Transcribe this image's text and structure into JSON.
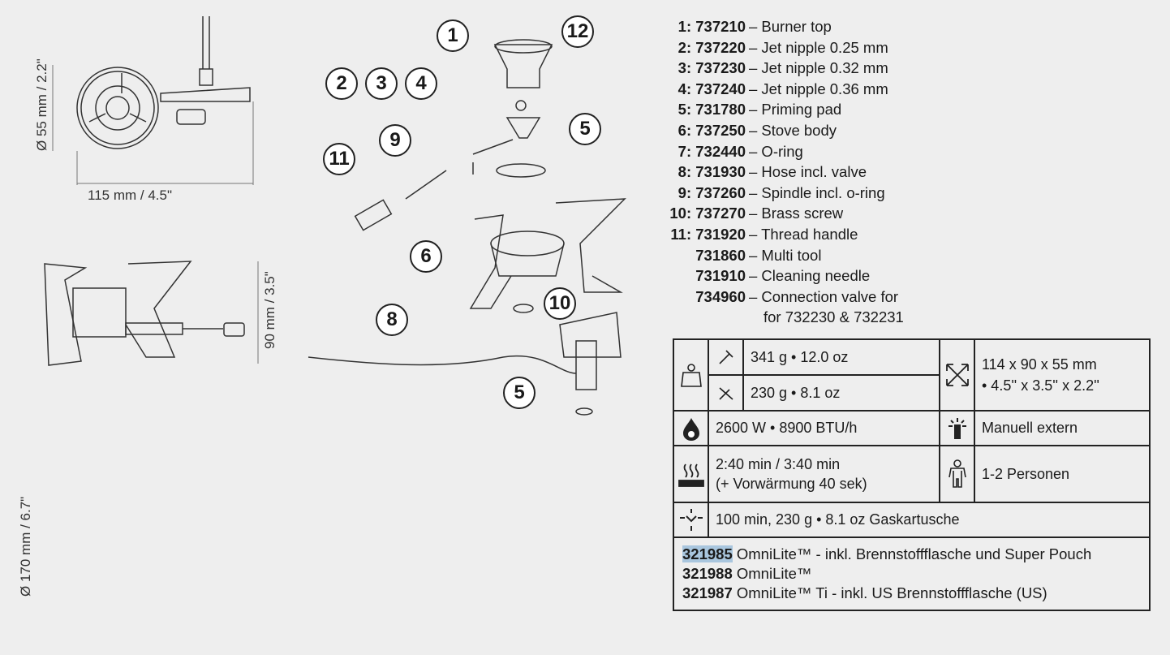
{
  "dimensions": {
    "diameter_top": "Ø 55 mm / 2.2\"",
    "width": "115 mm / 4.5\"",
    "height": "90 mm / 3.5\"",
    "diameter_legs": "Ø 170 mm / 6.7\""
  },
  "callouts": [
    "1",
    "12",
    "2",
    "3",
    "4",
    "5",
    "9",
    "11",
    "6",
    "10",
    "8",
    "5"
  ],
  "parts": [
    {
      "num": "1: 737210",
      "desc": "– Burner top"
    },
    {
      "num": "2: 737220",
      "desc": "– Jet nipple 0.25 mm"
    },
    {
      "num": "3: 737230",
      "desc": "– Jet nipple 0.32 mm"
    },
    {
      "num": "4: 737240",
      "desc": "– Jet nipple 0.36 mm"
    },
    {
      "num": "5: 731780",
      "desc": "– Priming pad"
    },
    {
      "num": "6: 737250",
      "desc": "– Stove body"
    },
    {
      "num": "7: 732440",
      "desc": "– O-ring"
    },
    {
      "num": "8: 731930",
      "desc": "– Hose incl. valve"
    },
    {
      "num": "9: 737260",
      "desc": "– Spindle incl. o-ring"
    },
    {
      "num": "10: 737270",
      "desc": "– Brass screw"
    },
    {
      "num": "11: 731920",
      "desc": "– Thread handle"
    },
    {
      "num": "731860",
      "desc": "– Multi tool"
    },
    {
      "num": "731910",
      "desc": "– Cleaning needle"
    },
    {
      "num": "734960",
      "desc": "– Connection valve for"
    },
    {
      "num": "",
      "desc": "for 732230 & 732231"
    }
  ],
  "specs": {
    "weight_full": "341 g • 12.0 oz",
    "weight_min": "230 g • 8.1 oz",
    "size_mm": "114 x 90 x 55 mm",
    "size_in": "• 4.5'' x 3.5'' x 2.2''",
    "power": "2600 W • 8900 BTU/h",
    "ignition": "Manuell extern",
    "boil_time": "2:40 min / 3:40 min",
    "preheat": "(+ Vorwärmung 40 sek)",
    "persons": "1-2 Personen",
    "burn_time": "100 min, 230 g • 8.1 oz Gaskartusche"
  },
  "products": [
    {
      "code": "321985",
      "name": "OmniLite™ - inkl. Brennstoffflasche und Super Pouch"
    },
    {
      "code": "321988",
      "name": "OmniLite™"
    },
    {
      "code": "321987",
      "name": "OmniLite™ Ti - inkl. US Brennstoffflasche (US)"
    }
  ]
}
